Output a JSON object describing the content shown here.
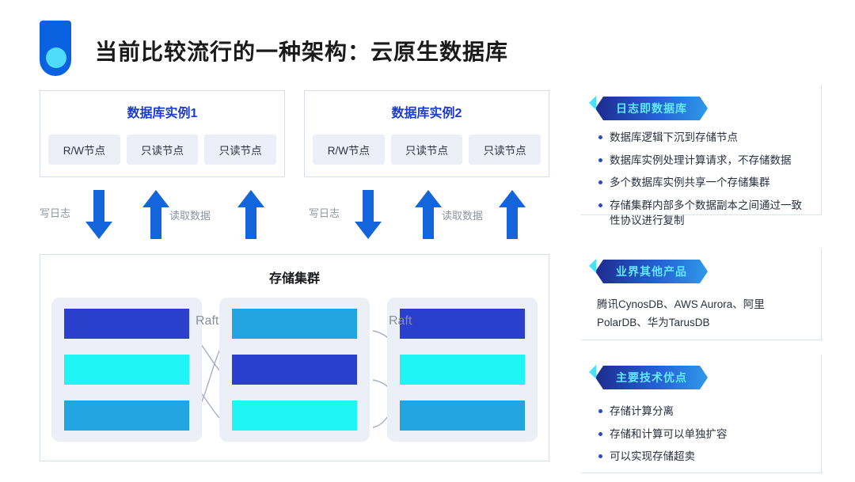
{
  "header": {
    "title": "当前比较流行的一种架构：云原生数据库",
    "logo_icon": "rounded-capsule-logo",
    "accent_color": "#0a62e0",
    "accent_cyan": "#4fdcfa"
  },
  "db_instances": [
    {
      "title": "数据库实例1",
      "nodes": [
        "R/W节点",
        "只读节点",
        "只读节点"
      ]
    },
    {
      "title": "数据库实例2",
      "nodes": [
        "R/W节点",
        "只读节点",
        "只读节点"
      ]
    }
  ],
  "flows": [
    {
      "write_label": "写日志",
      "read_label": "读取数据"
    },
    {
      "write_label": "写日志",
      "read_label": "读取数据"
    }
  ],
  "storage": {
    "title": "存储集群",
    "raft_labels": [
      "Raft",
      "Raft"
    ],
    "colors": {
      "dark_blue": "#2a3fcc",
      "cyan": "#1ff5f5",
      "mid_blue": "#22a5e0",
      "column_bg": "#eceff7"
    },
    "columns": [
      {
        "blocks": [
          "dark_blue",
          "cyan",
          "mid_blue"
        ]
      },
      {
        "blocks": [
          "mid_blue",
          "dark_blue",
          "cyan"
        ]
      },
      {
        "blocks": [
          "dark_blue",
          "cyan",
          "mid_blue"
        ]
      }
    ]
  },
  "sidebar": [
    {
      "badge": "日志即数据库",
      "bullets": [
        "数据库逻辑下沉到存储节点",
        "数据库实例处理计算请求，不存储数据",
        "多个数据库实例共享一个存储集群",
        "存储集群内部多个数据副本之间通过一致性协议进行复制"
      ]
    },
    {
      "badge": "业界其他产品",
      "text": "腾讯CynosDB、AWS Aurora、阿里PolarDB、华为TarusDB"
    },
    {
      "badge": "主要技术优点",
      "bullets": [
        "存储计算分离",
        "存储和计算可以单独扩容",
        "可以实现存储超卖"
      ]
    }
  ]
}
